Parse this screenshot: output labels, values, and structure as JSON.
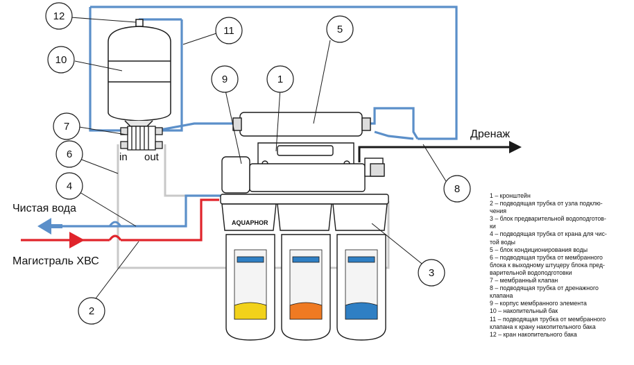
{
  "labels": {
    "clean_water": "Чистая вода",
    "main_line": "Магистраль ХВС",
    "drain": "Дренаж",
    "in": "in",
    "out": "out",
    "brand": "AQUAPHOR",
    "cartridge_brand": "AQUAPHOR"
  },
  "callouts": [
    "1",
    "2",
    "3",
    "4",
    "5",
    "6",
    "7",
    "8",
    "9",
    "10",
    "11",
    "12"
  ],
  "legend": [
    "1 – кронштейн",
    "2 – подводящая трубка от узла подклю-",
    "чения",
    "3 – блок предварительной водоподготов-",
    "ки",
    "4 – подводящая трубка от крана для чис-",
    "той воды",
    "5 – блок кондиционирования воды",
    "6 – подводящая трубка от мембранного",
    "блока к выходному штуцеру блока пред-",
    "варительной водоподготовки",
    "7 – мембранный клапан",
    "8 – подводящая трубка от дренажного",
    "клапана",
    "9 – корпус мембранного элемента",
    "10 – накопительный бак",
    "11 – подводящая трубка от мембранного",
    "клапана к  крану накопительного бака",
    "12 – кран накопительного бака"
  ],
  "colors": {
    "clean_tube": "#5b8fc9",
    "hot_tube": "#e0242b",
    "grey_tube": "#c8c8c8",
    "outline": "#1a1a1a",
    "cartridge_1": "#f2d21b",
    "cartridge_2": "#ef7a22",
    "cartridge_3": "#2f7fc4"
  }
}
